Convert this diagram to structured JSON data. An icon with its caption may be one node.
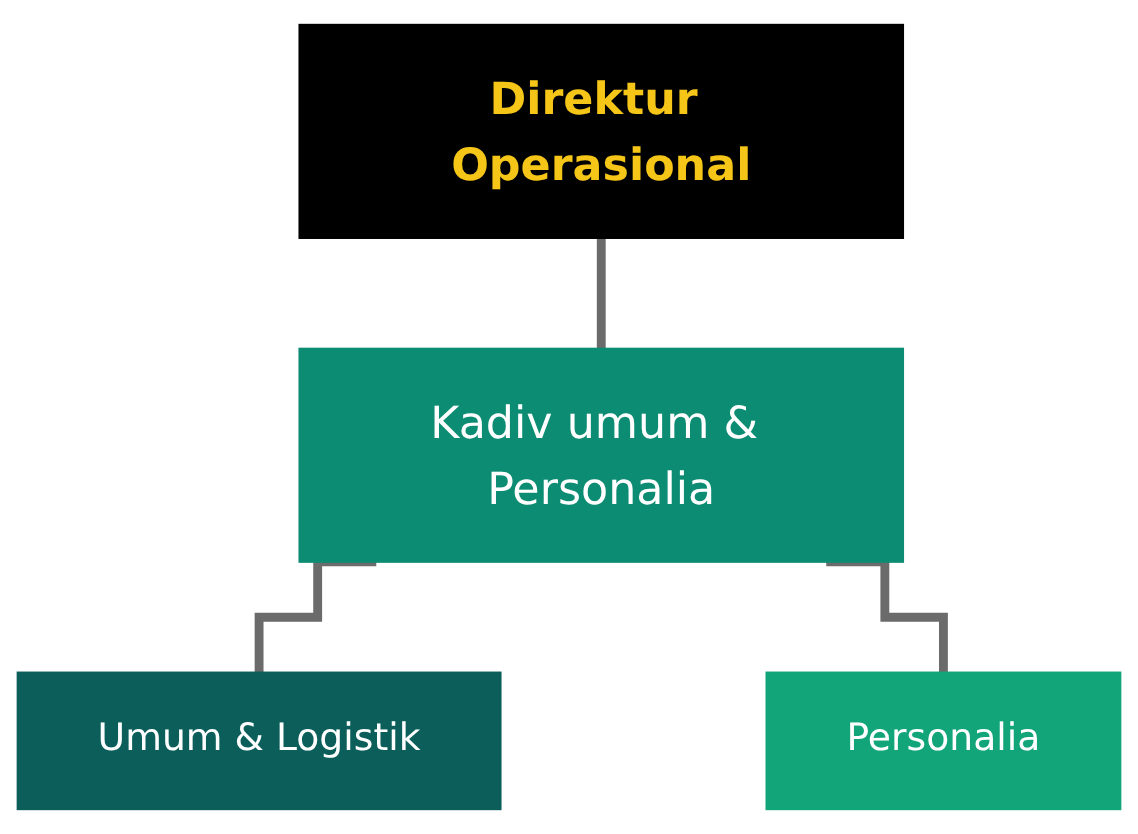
{
  "diagram": {
    "nodes": [
      {
        "text": [
          "Direktur Operasional"
        ]
      },
      {
        "text": [
          "Kadiv umum & Personalia"
        ]
      },
      {
        "text": [
          "Umum & Logistik"
        ]
      },
      {
        "text": [
          "Personalia"
        ]
      }
    ],
    "edges": [
      {
        "from": 0,
        "to": 1,
        "arrow": "none"
      },
      {
        "from": 1,
        "to": 2,
        "arrow": "none"
      },
      {
        "from": 1,
        "to": 3,
        "arrow": "none"
      }
    ]
  }
}
